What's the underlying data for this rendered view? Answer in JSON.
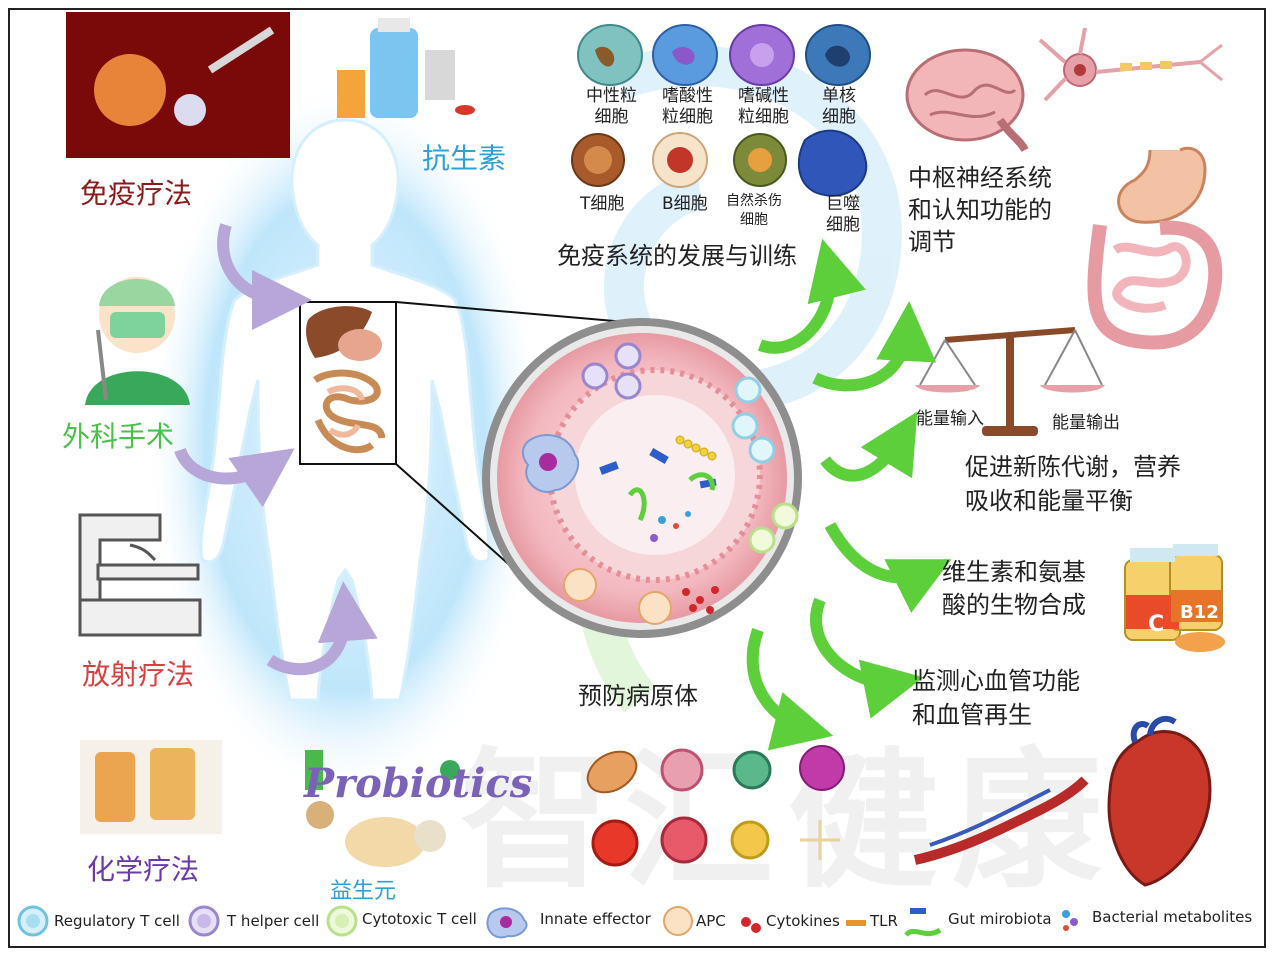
{
  "treatments": {
    "immunotherapy": "免疫疗法",
    "antibiotics": "抗生素",
    "surgery": "外科手术",
    "radiotherapy": "放射疗法",
    "chemotherapy": "化学疗法",
    "probiotics": "益生元",
    "probiotics_word": "Probiotics"
  },
  "immune_cells": {
    "neutrophil": "中性粒\n细胞",
    "eosinophil": "嗜酸性\n粒细胞",
    "basophil": "嗜碱性\n粒细胞",
    "monocyte": "单核\n细胞",
    "t_cell": "T细胞",
    "b_cell": "B细胞",
    "nk_cell": "自然杀伤\n细胞",
    "macrophage": "巨噬\n细胞"
  },
  "functions": {
    "immune_training": "免疫系统的发展与训练",
    "cns": "中枢神经系统\n和认知功能的\n调节",
    "energy_in": "能量输入",
    "energy_out": "能量输出",
    "metabolism": "促进新陈代谢，营养\n吸收和能量平衡",
    "vitamins": "维生素和氨基\n酸的生物合成",
    "pathogen": "预防病原体",
    "cardio": "监测心血管功能\n和血管再生",
    "vitamin_c": "C",
    "vitamin_b12": "B12"
  },
  "watermark": "智汇健康",
  "legend": {
    "regulatory_t": "Regulatory T cell",
    "t_helper": "T helper cell",
    "cytotoxic_t": "Cytotoxic T cell",
    "innate": "Innate effector",
    "apc": "APC",
    "cytokines": "Cytokines",
    "tlr": "TLR",
    "gut_microbiota": "Gut mirobiota",
    "bacterial_metabolites": "Bacterial metabolites"
  },
  "colors": {
    "immunotherapy": "#8b1a1a",
    "antibiotics": "#2f9fd8",
    "surgery": "#4cbf4c",
    "radiotherapy": "#d64040",
    "chemotherapy": "#6a3aa8",
    "probiotics": "#2f9fd8",
    "arrow_green": "#5ccf3a",
    "arrow_purple": "#b7a7d8"
  }
}
